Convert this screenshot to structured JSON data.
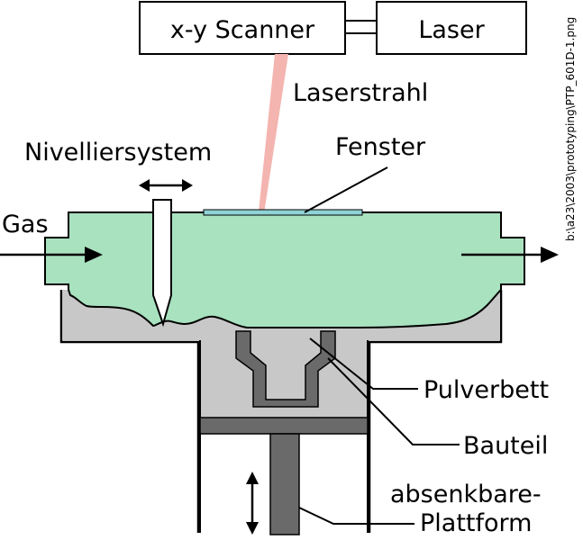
{
  "boxes": {
    "scanner": "x-y Scanner",
    "laser": "Laser"
  },
  "labels": {
    "laserstrahl": "Laserstrahl",
    "nivelliersystem": "Nivelliersystem",
    "fenster": "Fenster",
    "gas": "Gas",
    "pulverbett": "Pulverbett",
    "bauteil": "Bauteil",
    "plattform_line1": "absenkbare-",
    "plattform_line2": "Plattform"
  },
  "file_path": "b:\\a23\\2003\\prototyping\\PTP_601D-1.png",
  "colors": {
    "gas": "#a8e2bf",
    "powder": "#c8c8c8",
    "part": "#6a6a6a",
    "beam": "#f4b4b0",
    "window": "#8fd3d6",
    "outline": "#000000"
  }
}
